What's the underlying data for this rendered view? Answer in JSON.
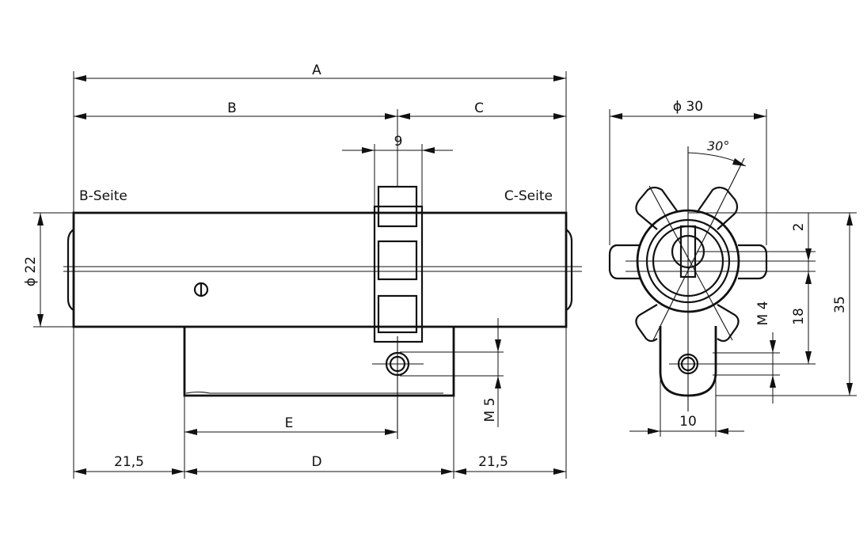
{
  "labels": {
    "dim_a": "A",
    "dim_b": "B",
    "dim_c": "C",
    "dim_d": "D",
    "dim_e": "E",
    "cam_width": "9",
    "side_b": "B-Seite",
    "side_c": "C-Seite",
    "dia_22": "ϕ 22",
    "left_21_5": "21,5",
    "right_21_5": "21,5",
    "m5": "M 5",
    "dia_30": "ϕ 30",
    "angle": "30°",
    "dim_2": "2",
    "dim_18": "18",
    "dim_35": "35",
    "m4": "M 4",
    "dim_10": "10"
  }
}
